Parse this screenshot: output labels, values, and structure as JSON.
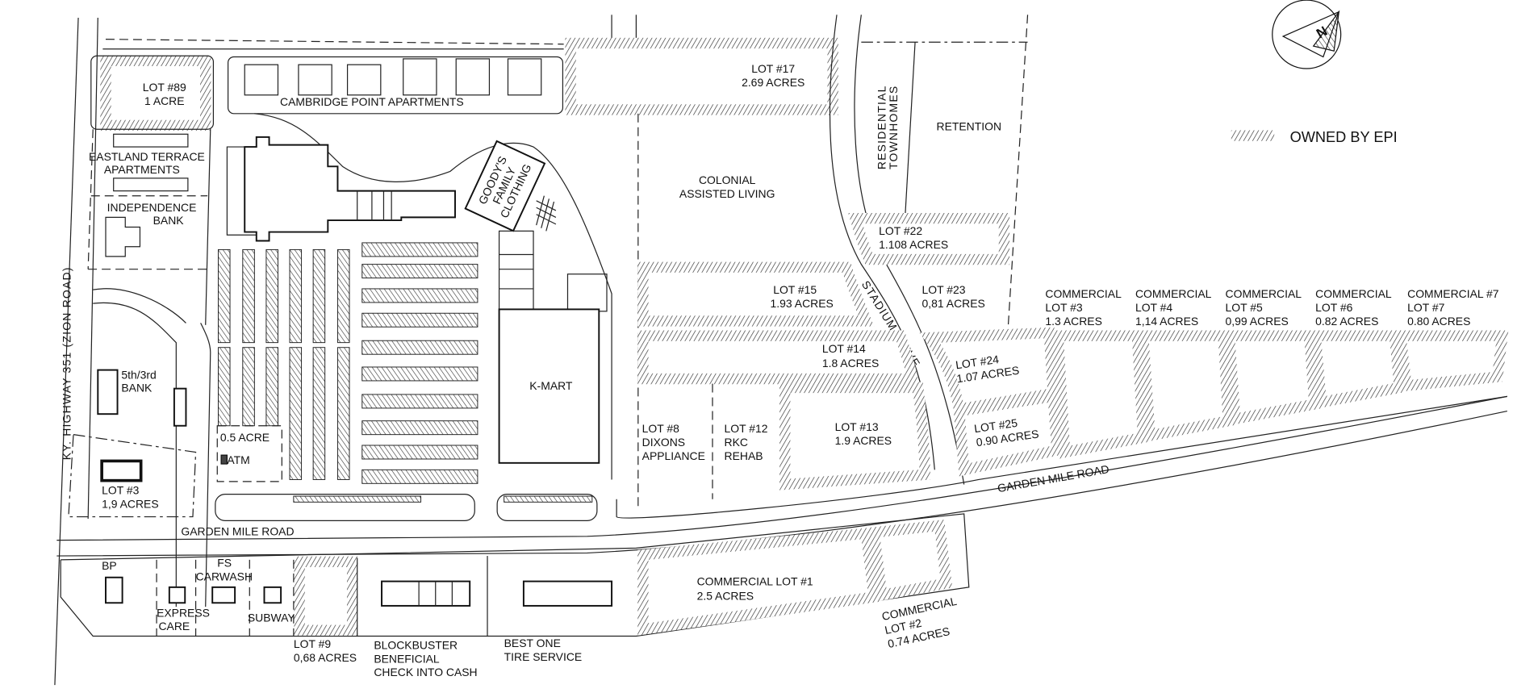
{
  "legend": {
    "label": "OWNED BY EPI",
    "hatch_color": "#333333"
  },
  "compass": {
    "label": "N"
  },
  "roads": {
    "highway": "KY. HIGHWAY 351 (ZION ROAD)",
    "garden_mile_west": "GARDEN MILE ROAD",
    "garden_mile_east": "GARDEN MILE ROAD",
    "stadium": "STADIUM DRIVE"
  },
  "lots": {
    "lot89": [
      "LOT #89",
      "1 ACRE"
    ],
    "cambridge": "CAMBRIDGE POINT APARTMENTS",
    "lot17": [
      "LOT #17",
      "2.69 ACRES"
    ],
    "eastland": [
      "EASTLAND TERRACE",
      "APARTMENTS"
    ],
    "independence": [
      "INDEPENDENCE",
      "BANK"
    ],
    "goodys": [
      "GOODY'S",
      "FAMILY",
      "CLOTHING"
    ],
    "colonial": [
      "COLONIAL",
      "ASSISTED LIVING"
    ],
    "townhomes": [
      "RESIDENTIAL",
      "TOWNHOMES"
    ],
    "retention": "RETENTION",
    "lot22": [
      "LOT #22",
      "1.108 ACRES"
    ],
    "lot15": [
      "LOT #15",
      "1.93 ACRES"
    ],
    "lot23": [
      "LOT #23",
      "0,81 ACRES"
    ],
    "lot14": [
      "LOT #14",
      "1.8 ACRES"
    ],
    "kmart": "K-MART",
    "lot8": [
      "LOT #8",
      "DIXONS",
      "APPLIANCE"
    ],
    "lot12": [
      "LOT #12",
      "RKC",
      "REHAB"
    ],
    "lot13": [
      "LOT #13",
      "1.9 ACRES"
    ],
    "lot24": [
      "LOT #24",
      "1.07 ACRES"
    ],
    "lot25": [
      "LOT #25",
      "0.90 ACRES"
    ],
    "commercial": [
      [
        "COMMERCIAL",
        "LOT #3",
        "1.3 ACRES"
      ],
      [
        "COMMERCIAL",
        "LOT #4",
        "1,14 ACRES"
      ],
      [
        "COMMERCIAL",
        "LOT #5",
        "0,99 ACRES"
      ],
      [
        "COMMERCIAL",
        "LOT #6",
        "0.82 ACRES"
      ],
      [
        "COMMERCIAL #7",
        "LOT #7",
        "0.80 ACRES"
      ]
    ],
    "bank53": [
      "5th/3rd",
      "BANK"
    ],
    "atm": [
      "0.5 ACRE",
      "ATM"
    ],
    "lot3": [
      "LOT #3",
      "1,9 ACRES"
    ],
    "bp": "BP",
    "express": [
      "EXPRESS",
      "CARE"
    ],
    "carwash": [
      "FS",
      "CARWASH"
    ],
    "subway": "SUBWAY",
    "lot9": [
      "LOT #9",
      "0,68 ACRES"
    ],
    "blockbuster": [
      "BLOCKBUSTER",
      "BENEFICIAL",
      "CHECK INTO CASH"
    ],
    "bestone": [
      "BEST ONE",
      "TIRE SERVICE"
    ],
    "comm1": [
      "COMMERCIAL LOT #1",
      "2.5 ACRES"
    ],
    "comm2": [
      "COMMERCIAL",
      "LOT #2",
      "0.74 ACRES"
    ]
  }
}
